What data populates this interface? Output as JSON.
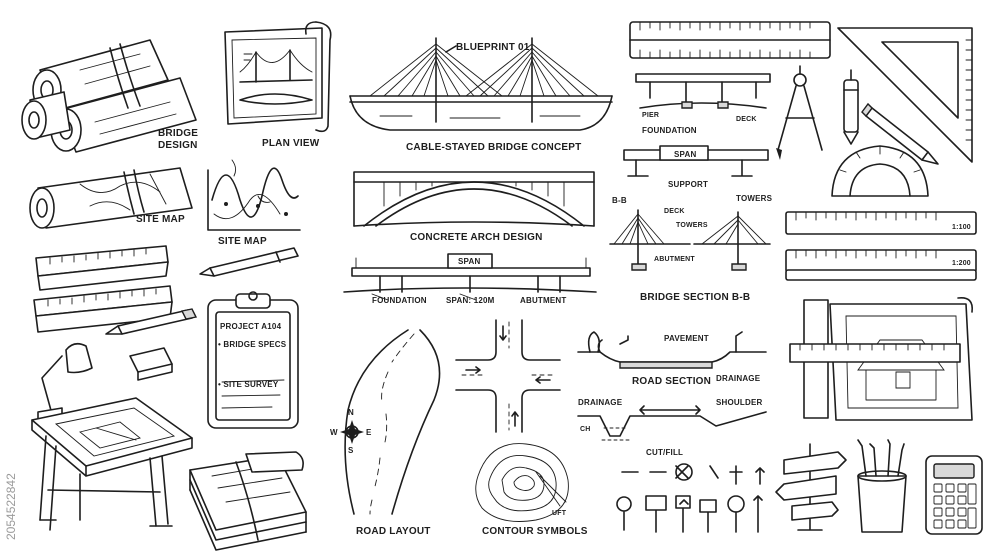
{
  "labels": {
    "bridge_design": "BRIDGE\nDESIGN",
    "plan_view": "PLAN VIEW",
    "site_map_roll": "SITE MAP",
    "site_map_graph": "SITE MAP",
    "blueprint": "BLUEPRINT 01",
    "cable_stayed": "CABLE-STAYED BRIDGE CONCEPT",
    "concrete_arch": "CONCRETE ARCH DESIGN",
    "span_box": "SPAN",
    "foundation_bottom": "FOUNDATION",
    "span_120": "SPAN: 120m",
    "abutment_bottom": "ABUTMENT",
    "pier": "PIER",
    "deck_top": "DECK",
    "foundation_right": "FOUNDATION",
    "span_support": "SPAN",
    "support": "SUPPORT",
    "bb": "B-B",
    "deck_section": "DECK",
    "towers_section": "TOWERS",
    "towers_right": "TOWERS",
    "abutment_section": "ABUTMENT",
    "bridge_section": "BRIDGE SECTION B-B",
    "project": "PROJECT A104",
    "bridge_specs": "• BRIDGE SPECS",
    "site_survey": "• SITE SURVEY",
    "road_layout": "ROAD LAYOUT",
    "contour_symbols": "CONTOUR SYMBOLS",
    "uft": "UFT",
    "pavement": "PAVEMENT",
    "road_section": "ROAD SECTION",
    "drainage_right": "DRAINAGE",
    "drainage_left": "DRAINAGE",
    "shoulder": "SHOULDER",
    "ch": "CH",
    "cut_fill": "CUT/FILL",
    "scale_100": "1:100",
    "scale_200": "1:200",
    "compass_n": "N",
    "compass_e": "E",
    "compass_s": "S",
    "compass_w": "W"
  },
  "watermark": "2054522842",
  "icons": [
    "rolled-blueprints-icon",
    "plan-view-sheet-icon",
    "rolled-map-icon",
    "site-map-graph-icon",
    "scale-ruler-icon",
    "pencil-icon",
    "pen-icon",
    "eraser-icon",
    "desk-lamp-icon",
    "drafting-table-icon",
    "clipboard-icon",
    "document-stack-icon",
    "cable-stayed-bridge-icon",
    "arch-bridge-icon",
    "beam-bridge-icon",
    "road-layout-icon",
    "intersection-icon",
    "contour-map-icon",
    "road-section-icon",
    "cut-fill-section-icon",
    "road-signs-icon",
    "ruler-icon",
    "set-square-icon",
    "compass-divider-icon",
    "protractor-icon",
    "t-square-drawing-icon",
    "signpost-icon",
    "pencil-cup-icon",
    "calculator-icon",
    "compass-rose-icon"
  ]
}
